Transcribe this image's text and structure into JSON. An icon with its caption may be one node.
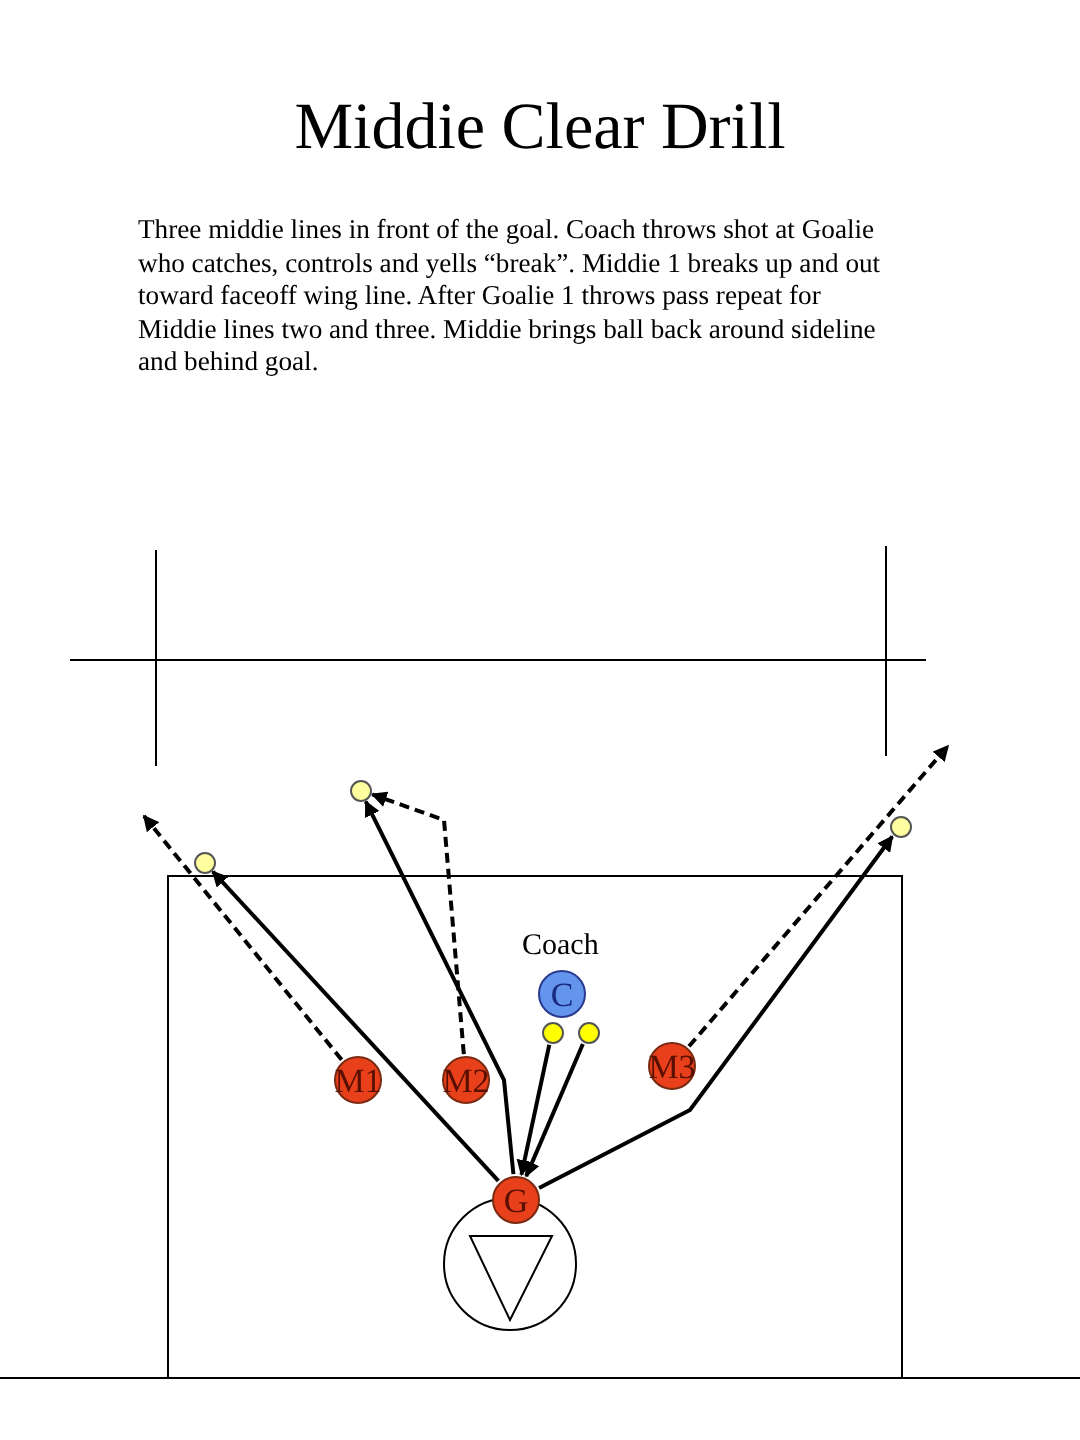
{
  "diagram": {
    "title": "Middie Clear Drill",
    "caption": "Three middie lines in front of the goal.  Coach throws shot at Goalie who catches, controls and yells “break”.  Middie 1 breaks up and out toward faceoff wing line.  After Goalie 1 throws pass repeat for Middie lines two and three.  Middie brings ball back around sideline and behind goal.",
    "nodes": [
      {
        "text": [
          "C"
        ],
        "beside": [
          "Coach"
        ]
      },
      {
        "text": [
          "M1"
        ]
      },
      {
        "text": [
          "M2"
        ]
      },
      {
        "text": [
          "M3"
        ]
      },
      {
        "text": [
          "G"
        ]
      },
      {
        "text": [],
        "shape": "circle"
      },
      {
        "text": [],
        "shape": "circle"
      },
      {
        "text": [],
        "shape": "circle"
      },
      {
        "text": [],
        "shape": "circle"
      },
      {
        "text": [],
        "shape": "circle"
      }
    ],
    "edges": [
      {
        "from": 1,
        "to": null,
        "arrow": "to",
        "style": "dashed"
      },
      {
        "from": 4,
        "to": 5,
        "arrow": "to"
      },
      {
        "from": 4,
        "to": 6,
        "arrow": "to"
      },
      {
        "from": 2,
        "to": 6,
        "arrow": "to",
        "style": "dashed"
      },
      {
        "from": 7,
        "to": 4,
        "arrow": "to"
      },
      {
        "from": 8,
        "to": 4,
        "arrow": "to"
      },
      {
        "from": 4,
        "to": 9,
        "arrow": "to"
      },
      {
        "from": 3,
        "to": null,
        "arrow": "to",
        "style": "dashed"
      }
    ]
  }
}
